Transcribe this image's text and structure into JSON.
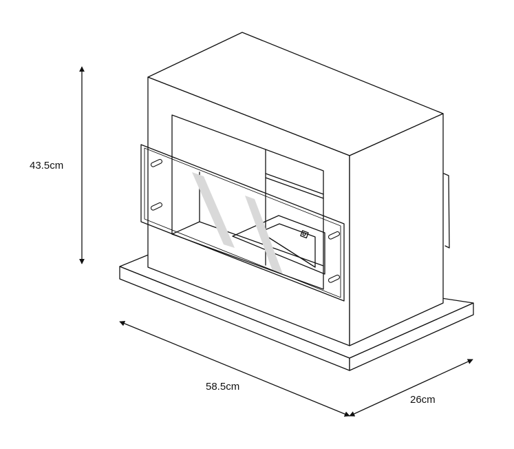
{
  "dimensions": {
    "height": "43.5cm",
    "width": "58.5cm",
    "depth": "26cm"
  },
  "colors": {
    "line": "#111111",
    "reflection": "#d9d9d9",
    "background": "#ffffff"
  }
}
